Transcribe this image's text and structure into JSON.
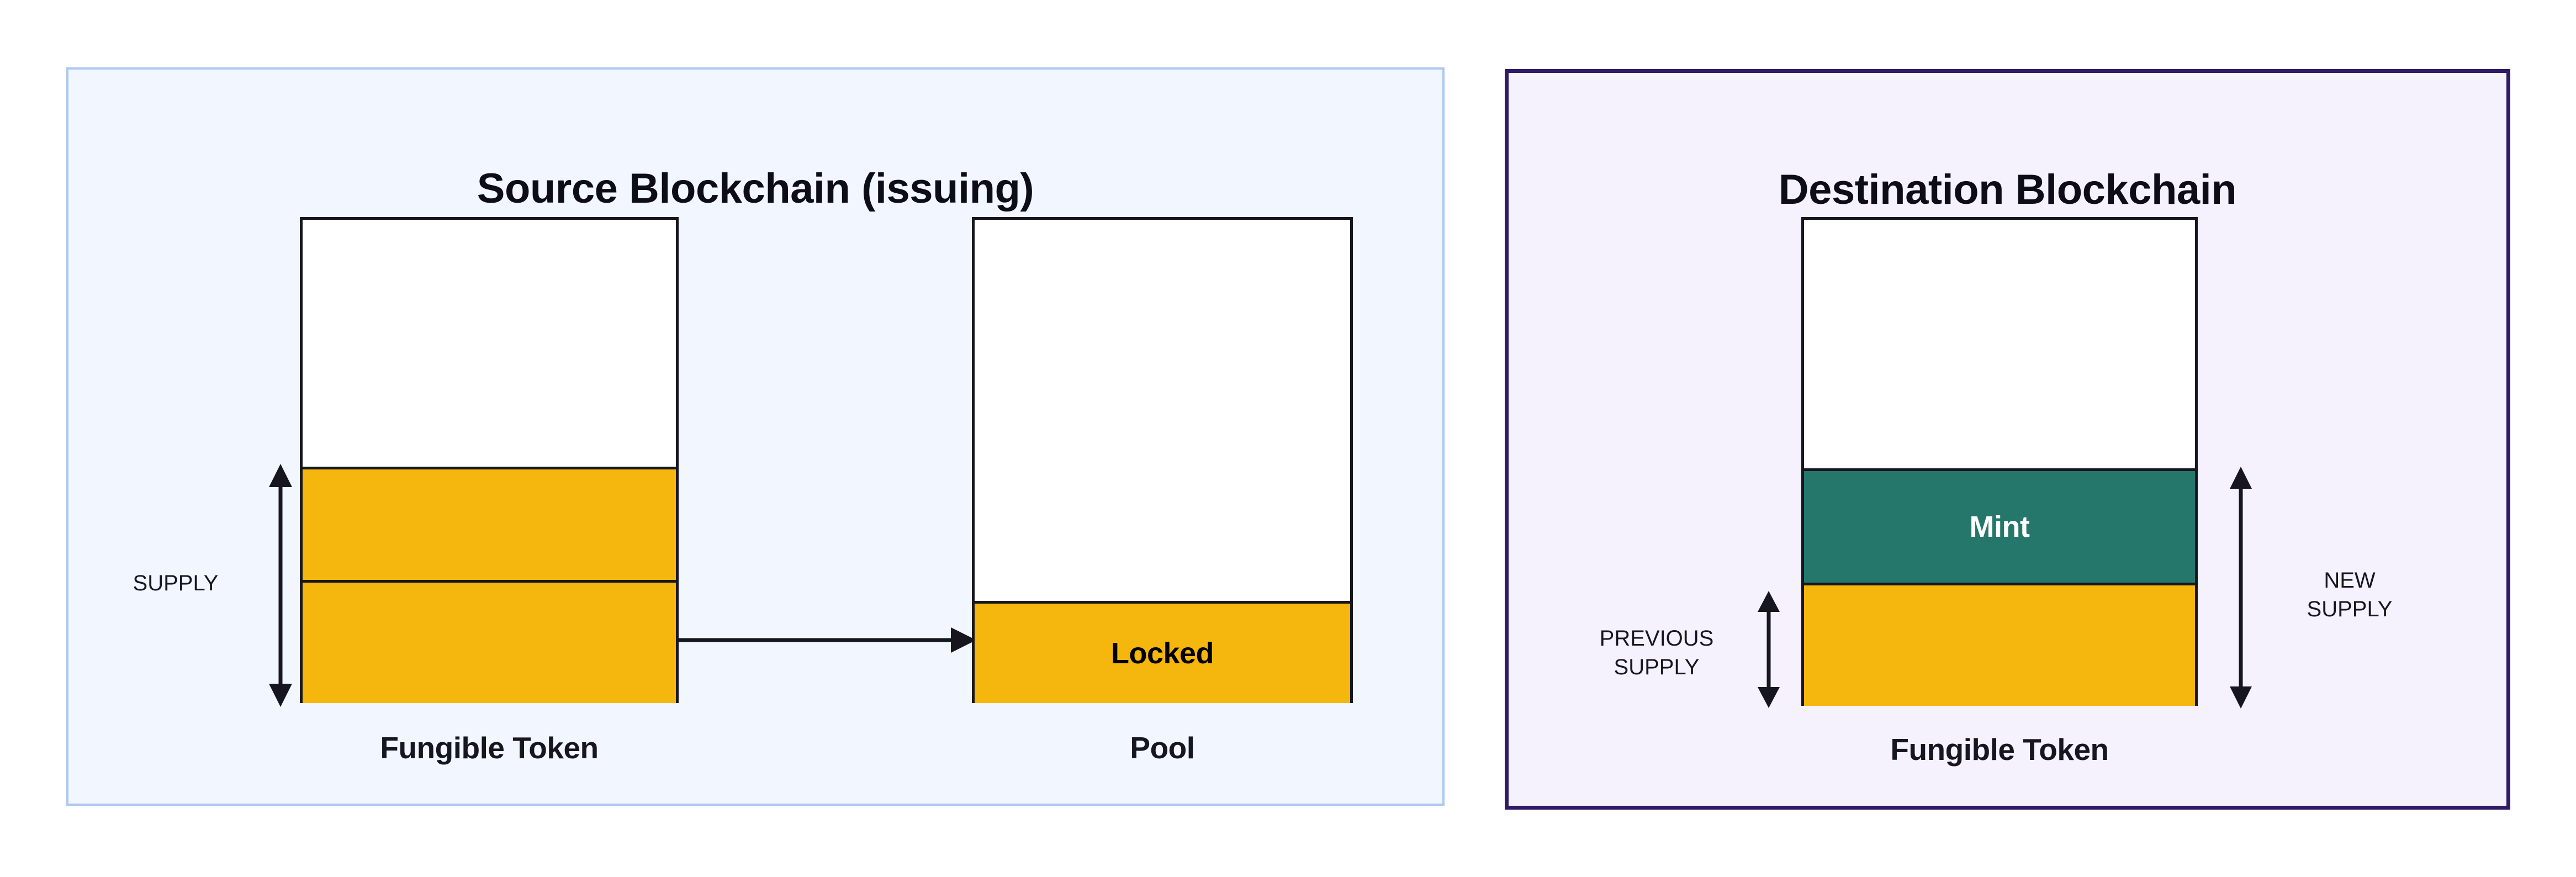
{
  "panels": [
    {
      "id": "source",
      "title": "Source Blockchain (issuing)",
      "border_color": "#aec8f0",
      "background_color": "#f2f6fe"
    },
    {
      "id": "destination",
      "title": "Destination Blockchain",
      "border_color": "#2e1a66",
      "background_color": "#f5f2fd"
    }
  ],
  "colors": {
    "token_yellow": "#f5b60d",
    "mint_teal": "#25776b",
    "outline": "#16161f",
    "page_background": "#ffffff"
  },
  "source": {
    "token_box": {
      "caption": "Fungible Token",
      "segments": [
        {
          "name": "empty-headroom",
          "label": "",
          "fill": "white"
        },
        {
          "name": "supply-upper",
          "label": "",
          "fill": "#f5b60d"
        },
        {
          "name": "supply-lower",
          "label": "",
          "fill": "#f5b60d"
        }
      ]
    },
    "pool_box": {
      "caption": "Pool",
      "segments": [
        {
          "name": "empty-headroom",
          "label": "",
          "fill": "white"
        },
        {
          "name": "locked",
          "label": "Locked",
          "fill": "#f5b60d"
        }
      ]
    },
    "measure": {
      "label": "SUPPLY"
    },
    "transfer_arrow": {
      "name": "lock-transfer-arrow",
      "direction": "right"
    }
  },
  "destination": {
    "token_box": {
      "caption": "Fungible Token",
      "segments": [
        {
          "name": "empty-headroom",
          "label": "",
          "fill": "white"
        },
        {
          "name": "mint",
          "label": "Mint",
          "fill": "#25776b"
        },
        {
          "name": "previous-supply",
          "label": "",
          "fill": "#f5b60d"
        }
      ]
    },
    "measures": [
      {
        "name": "previous-supply",
        "label": "PREVIOUS\nSUPPLY"
      },
      {
        "name": "new-supply",
        "label": "NEW\nSUPPLY"
      }
    ]
  },
  "chart_data": {
    "type": "bar",
    "title": "Lock-and-mint token bridge supply diagram",
    "panels": [
      "Source Blockchain (issuing)",
      "Destination Blockchain"
    ],
    "bars": [
      {
        "name": "Fungible Token (source)",
        "panel": "Source Blockchain (issuing)",
        "caption": "Fungible Token",
        "total_height_units": 100,
        "stack": [
          {
            "label": "",
            "value": 51,
            "fill": "white"
          },
          {
            "label": "",
            "value": 23,
            "fill": "#f5b60d"
          },
          {
            "label": "",
            "value": 26,
            "fill": "#f5b60d"
          }
        ],
        "annotation": {
          "label": "SUPPLY",
          "covers": [
            "supply-upper",
            "supply-lower"
          ],
          "value": 49
        }
      },
      {
        "name": "Pool",
        "panel": "Source Blockchain (issuing)",
        "caption": "Pool",
        "total_height_units": 100,
        "stack": [
          {
            "label": "",
            "value": 79,
            "fill": "white"
          },
          {
            "label": "Locked",
            "value": 21,
            "fill": "#f5b60d"
          }
        ]
      },
      {
        "name": "Fungible Token (destination)",
        "panel": "Destination Blockchain",
        "caption": "Fungible Token",
        "total_height_units": 100,
        "stack": [
          {
            "label": "",
            "value": 51,
            "fill": "white"
          },
          {
            "label": "Mint",
            "value": 23,
            "fill": "#25776b"
          },
          {
            "label": "",
            "value": 26,
            "fill": "#f5b60d"
          }
        ],
        "annotations": [
          {
            "label": "PREVIOUS SUPPLY",
            "covers": [
              "previous-supply"
            ],
            "value": 26
          },
          {
            "label": "NEW SUPPLY",
            "covers": [
              "mint",
              "previous-supply"
            ],
            "value": 49
          }
        ]
      }
    ],
    "flows": [
      {
        "from": "Fungible Token (source)",
        "to": "Pool",
        "style": "arrow-right",
        "label": ""
      }
    ],
    "grid": false,
    "legend": "none",
    "xlabel": "",
    "ylabel": ""
  }
}
